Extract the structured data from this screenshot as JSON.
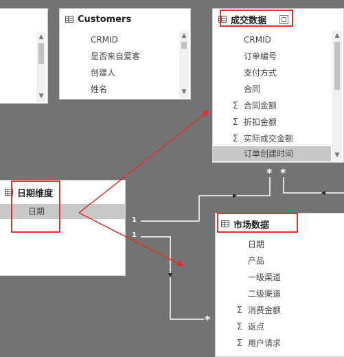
{
  "tables": {
    "left_partial": {
      "fields": []
    },
    "customers": {
      "title": "Customers",
      "fields": [
        "CRMID",
        "是否来自爱客",
        "创建人",
        "姓名"
      ]
    },
    "deals": {
      "title": "成交数据",
      "fields": [
        {
          "label": "CRMID",
          "sigma": false
        },
        {
          "label": "订单编号",
          "sigma": false
        },
        {
          "label": "支付方式",
          "sigma": false
        },
        {
          "label": "合同",
          "sigma": false
        },
        {
          "label": "合同金额",
          "sigma": true
        },
        {
          "label": "折扣金额",
          "sigma": true
        },
        {
          "label": "实际成交金额",
          "sigma": true
        },
        {
          "label": "订单创建时间",
          "sigma": false,
          "selected": true
        }
      ]
    },
    "date_dim": {
      "title": "日期维度",
      "fields": [
        {
          "label": "日期",
          "selected": true
        }
      ]
    },
    "market": {
      "title": "市场数据",
      "fields": [
        {
          "label": "日期",
          "sigma": false
        },
        {
          "label": "产品",
          "sigma": false
        },
        {
          "label": "一级渠道",
          "sigma": false
        },
        {
          "label": "二级渠道",
          "sigma": false
        },
        {
          "label": "消费金额",
          "sigma": true
        },
        {
          "label": "返点",
          "sigma": true
        },
        {
          "label": "用户请求",
          "sigma": true
        }
      ]
    }
  },
  "relationships": {
    "one_label_a": "1",
    "one_label_b": "1",
    "many_label_a": "*",
    "many_label_b": "*",
    "many_label_c": "*"
  },
  "symbols": {
    "sigma": "Σ"
  },
  "colors": {
    "canvas": "#737373",
    "highlight": "#e03030",
    "selected_row": "#c8c8c8"
  }
}
